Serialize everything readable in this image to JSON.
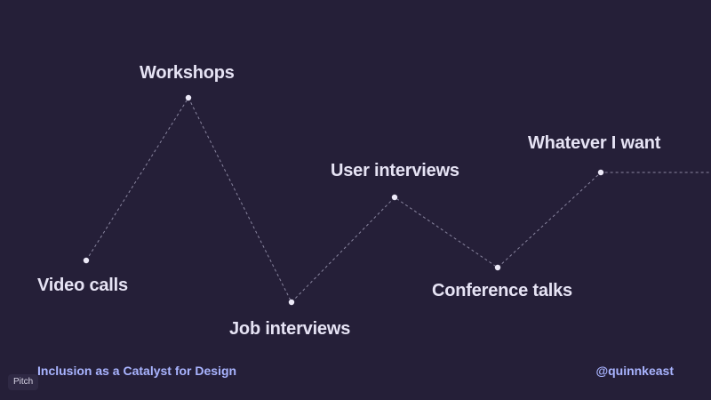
{
  "milestones": [
    {
      "id": "video",
      "label": "Video calls"
    },
    {
      "id": "workshops",
      "label": "Workshops"
    },
    {
      "id": "job",
      "label": "Job interviews"
    },
    {
      "id": "user",
      "label": "User interviews"
    },
    {
      "id": "conf",
      "label": "Conference talks"
    },
    {
      "id": "whatever",
      "label": "Whatever I want"
    }
  ],
  "footer": {
    "title": "Inclusion as a Catalyst for Design",
    "handle": "@quinnkeast"
  },
  "badge": {
    "label": "Pitch"
  },
  "colors": {
    "background": "#251f38",
    "label": "#e6e3f4",
    "footer": "#a9b4ff",
    "line": "#8a86a0",
    "dot": "#ece9f7"
  }
}
